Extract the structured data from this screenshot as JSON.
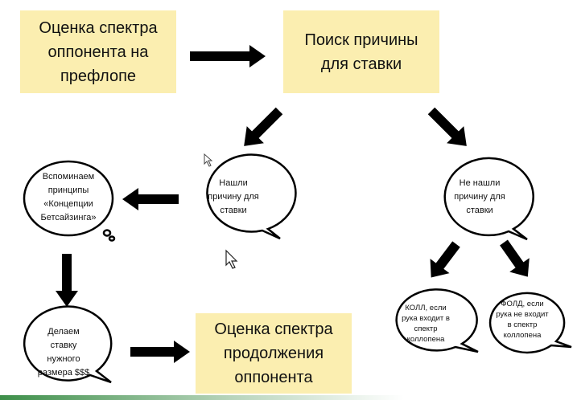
{
  "diagram": {
    "assess_range_preflop": "Оценка спектра\nоппонента на\nпрефлопе",
    "find_bet_reason": "Поиск причины\nдля ставки",
    "found_reason": "Нашли\nпричину для\nставки",
    "no_reason": "Не нашли\nпричину для\nставки",
    "recall_principles": "Вспоминаем\nпринципы\n«Концепции\nБетсайзинга»",
    "make_bet": "Делаем\nставку\nнужного\nразмера $$$",
    "assess_range_continue": "Оценка спектра\nпродолжения\nоппонента",
    "call": "КОЛЛ, если\nрука входит в\nспектр\nколлопена",
    "fold": "ФОЛД, если\nрука не входит\nв спектр\nколлопена"
  }
}
